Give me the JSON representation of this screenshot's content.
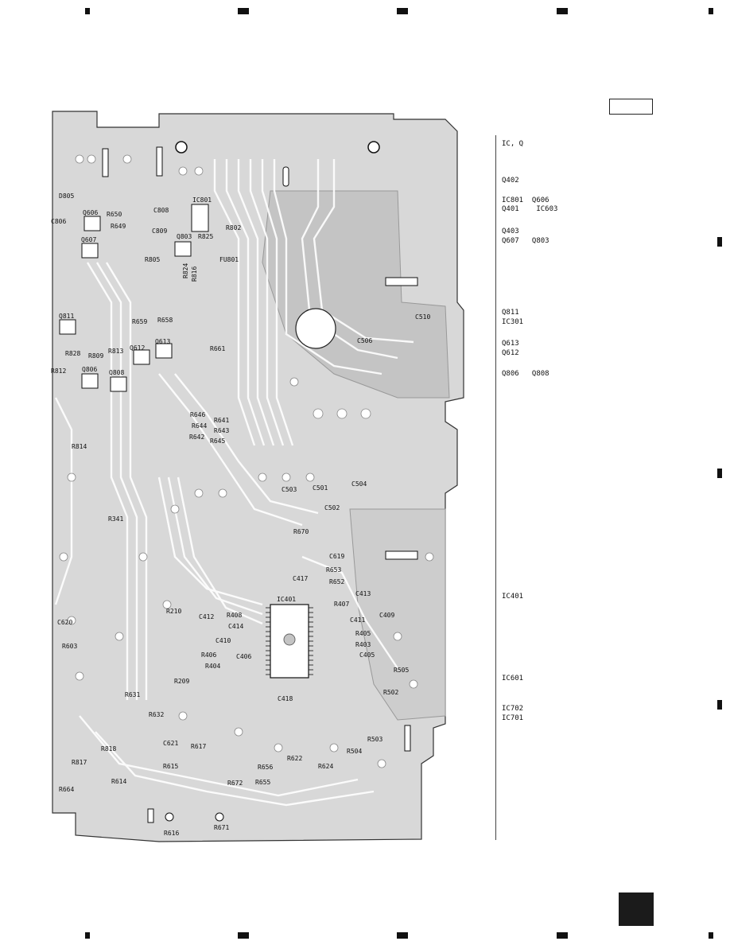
{
  "legend": {
    "ic_q_header": "IC, Q",
    "rows": [
      {
        "text": "Q402"
      },
      {
        "text": "IC801  Q606"
      },
      {
        "text": "Q401    IC603"
      },
      {
        "text": "Q403"
      },
      {
        "text": "Q607   Q803"
      },
      {
        "text": "Q811"
      },
      {
        "text": "IC301"
      },
      {
        "text": "Q613"
      },
      {
        "text": "Q612"
      },
      {
        "text": "Q806   Q808"
      },
      {
        "text": "IC401"
      },
      {
        "text": "IC601"
      },
      {
        "text": "IC702"
      },
      {
        "text": "IC701"
      }
    ]
  },
  "parts": {
    "d805": "D805",
    "c806": "C806",
    "q606": "Q606",
    "r650": "R650",
    "r649": "R649",
    "q607": "Q607",
    "c808": "C808",
    "c809": "C809",
    "ic801": "IC801",
    "q803": "Q803",
    "r825": "R825",
    "r802": "R802",
    "r805": "R805",
    "r824": "R824",
    "r816": "R816",
    "fu801": "FU801",
    "q811": "Q811",
    "r659": "R659",
    "r658": "R658",
    "q613": "Q613",
    "q612": "Q612",
    "r813": "R813",
    "r828": "R828",
    "r809": "R809",
    "q806": "Q806",
    "q808": "Q808",
    "r661": "R661",
    "r812": "R812",
    "r646": "R646",
    "r644": "R644",
    "r642": "R642",
    "r641": "R641",
    "r643": "R643",
    "r645": "R645",
    "r814": "R814",
    "c510": "C510",
    "c506": "C506",
    "c503": "C503",
    "c501": "C501",
    "c504": "C504",
    "c502": "C502",
    "r670": "R670",
    "r341": "R341",
    "c619": "C619",
    "r653": "R653",
    "c417": "C417",
    "r652": "R652",
    "ic401": "IC401",
    "c413": "C413",
    "r407": "R407",
    "c411": "C411",
    "c409": "C409",
    "r405": "R405",
    "r403": "R403",
    "c405": "C405",
    "r210": "R210",
    "c412": "C412",
    "r408": "R408",
    "c414": "C414",
    "c410": "C410",
    "r406": "R406",
    "r404": "R404",
    "c406": "C406",
    "c620": "C620",
    "r603": "R603",
    "r209": "R209",
    "r505": "R505",
    "r502": "R502",
    "c418": "C418",
    "r631": "R631",
    "r632": "R632",
    "r503": "R503",
    "r504": "R504",
    "c621": "C621",
    "r617": "R617",
    "r818": "R818",
    "r622": "R622",
    "r624": "R624",
    "r656": "R656",
    "r655": "R655",
    "r615": "R615",
    "r817": "R817",
    "r614": "R614",
    "r672": "R672",
    "r664": "R664",
    "r616": "R616",
    "r671": "R671"
  }
}
